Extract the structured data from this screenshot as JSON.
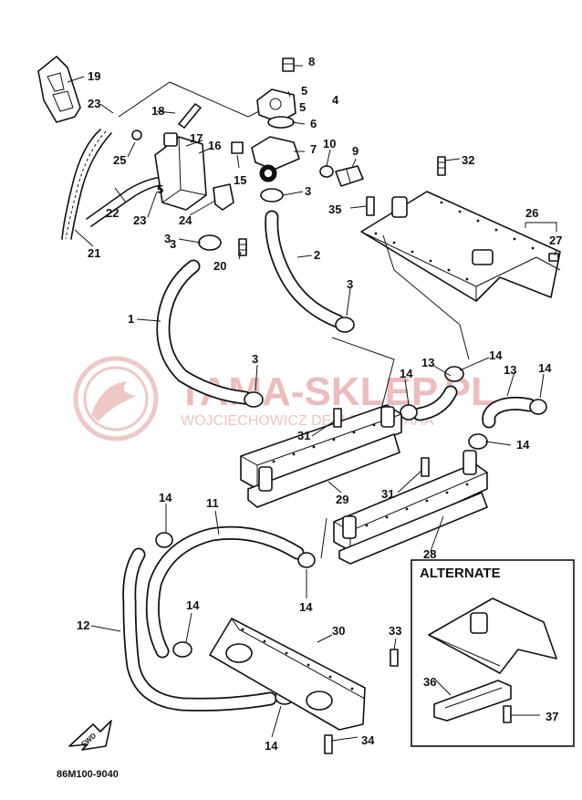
{
  "diagram": {
    "code_label": "86M100-9040",
    "fwd_label": "FWD",
    "alternate_label": "ALTERNATE",
    "watermark": {
      "text": "TAMA-SKLEP.PL",
      "subtext": "WOJCIECHOWICZ DEALER YAMAHA"
    },
    "callouts": {
      "c1": "1",
      "c2": "2",
      "c3a": "3",
      "c3b": "3",
      "c3c": "3",
      "c3d": "3",
      "c3e": "3",
      "c4": "4",
      "c5a": "5",
      "c5b": "5",
      "c5c": "5",
      "c6": "6",
      "c7": "7",
      "c8": "8",
      "c9": "9",
      "c10": "10",
      "c11": "11",
      "c12": "12",
      "c13a": "13",
      "c13b": "13",
      "c14a": "14",
      "c14b": "14",
      "c14c": "14",
      "c14d": "14",
      "c14e": "14",
      "c14f": "14",
      "c14g": "14",
      "c14h": "14",
      "c15": "15",
      "c16": "16",
      "c17": "17",
      "c18": "18",
      "c19": "19",
      "c20": "20",
      "c21": "21",
      "c22": "22",
      "c23a": "23",
      "c23b": "23",
      "c24": "24",
      "c25": "25",
      "c26": "26",
      "c27": "27",
      "c28": "28",
      "c29": "29",
      "c30": "30",
      "c31a": "31",
      "c31b": "31",
      "c32": "32",
      "c33": "33",
      "c34": "34",
      "c35": "35",
      "c36": "36",
      "c37": "37"
    }
  }
}
